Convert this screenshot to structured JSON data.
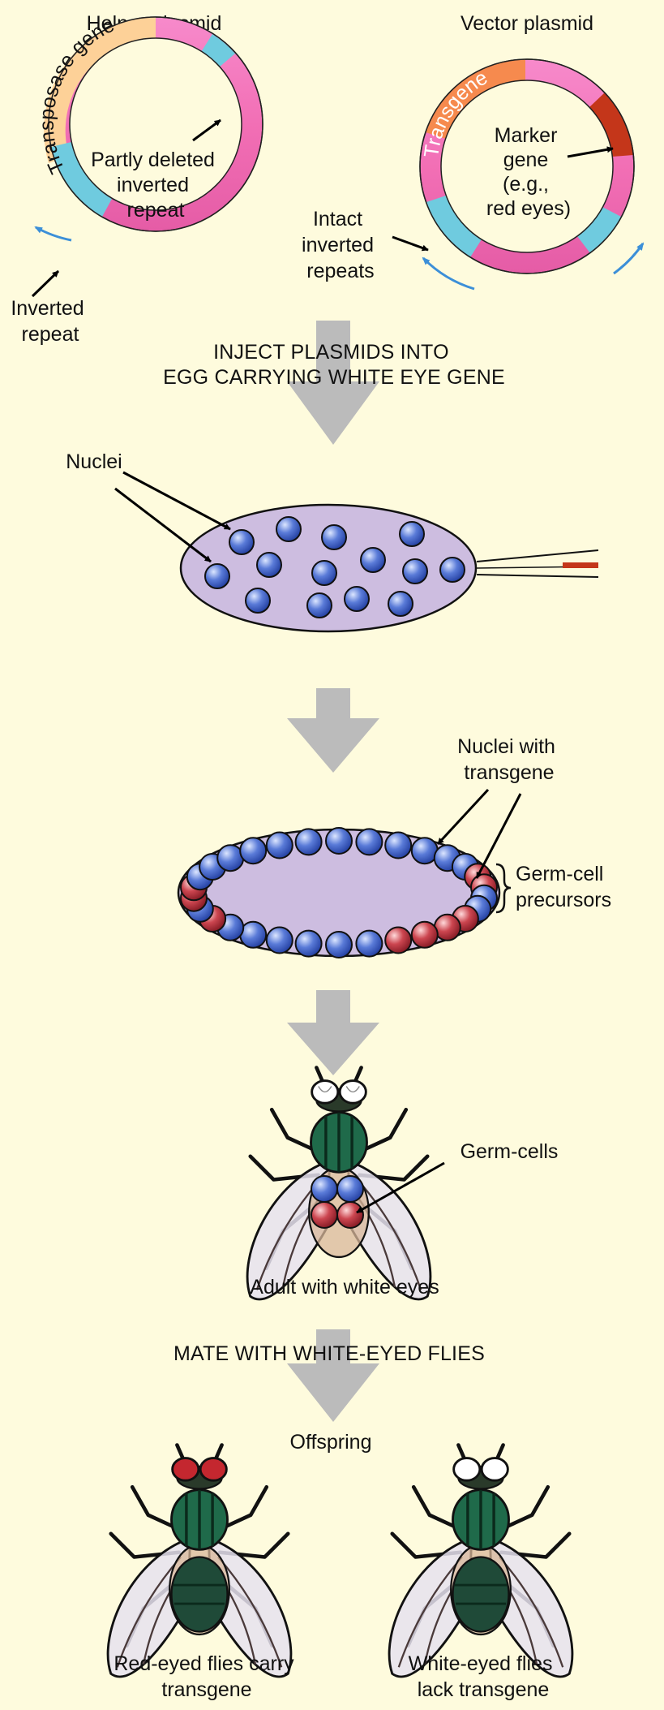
{
  "helper": {
    "title": "Helper plasmid",
    "segment_label": "Transposase gene",
    "inner_label": [
      "Partly deleted",
      "inverted",
      "repeat"
    ],
    "outer_label": [
      "Inverted",
      "repeat"
    ]
  },
  "vector": {
    "title": "Vector plasmid",
    "segment_label": "Transgene",
    "inner_label": [
      "Marker",
      "gene",
      "(e.g.,",
      "red eyes)"
    ],
    "outer_label": [
      "Intact",
      "inverted",
      "repeats"
    ]
  },
  "steps": {
    "inject": [
      "INJECT PLASMIDS INTO",
      "EGG CARRYING WHITE EYE GENE"
    ],
    "mate": "MATE WITH WHITE-EYED FLIES",
    "offspring": "Offspring"
  },
  "egg1": {
    "nuclei_label": "Nuclei"
  },
  "egg2": {
    "transgene_label": [
      "Nuclei with",
      "transgene"
    ],
    "precursor_label": [
      "Germ-cell",
      "precursors"
    ]
  },
  "adult": {
    "germ_label": "Germ-cells",
    "caption": "Adult with white eyes"
  },
  "offspring_flies": {
    "red_caption": [
      "Red-eyed flies carry",
      "transgene"
    ],
    "white_caption": [
      "White-eyed flies",
      "lack transgene"
    ]
  },
  "colors": {
    "background": "#FEFBDD",
    "plasmid_pink": "#F26FB5",
    "inverted_repeat_blue": "#6FCBDF",
    "transposase_peach": "#FDD198",
    "transgene_orange": "#F68A4E",
    "marker_red": "#C4361A",
    "egg_lavender": "#CDBDE0",
    "nucleus_blue": "#4E6FCE",
    "nucleus_red": "#C9444E",
    "process_arrow_gray": "#BBBBBB"
  }
}
